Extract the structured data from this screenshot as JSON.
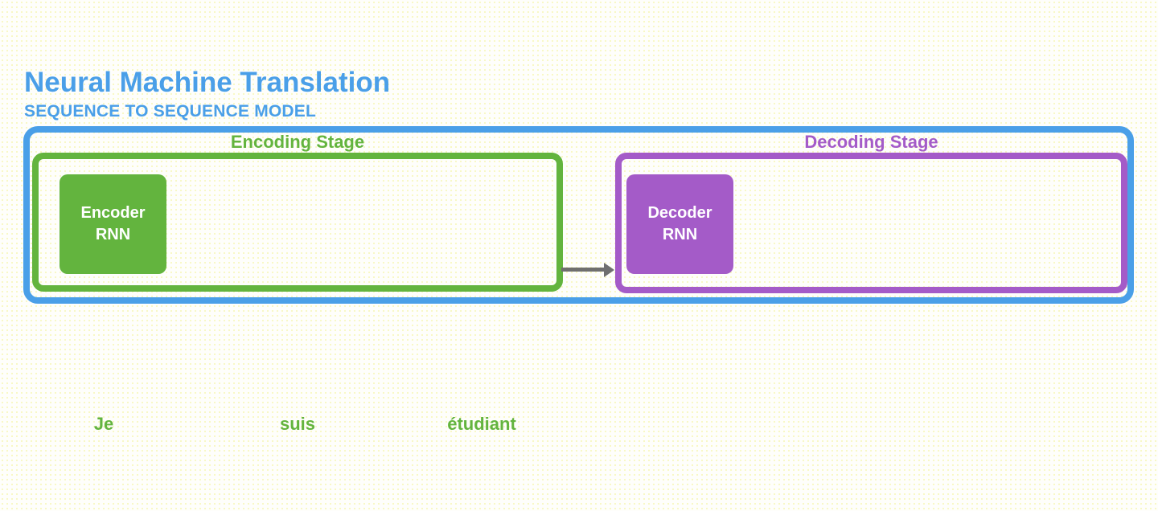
{
  "header": {
    "title": "Neural Machine Translation",
    "subtitle": "SEQUENCE TO SEQUENCE MODEL"
  },
  "stages": {
    "encoding": {
      "label": "Encoding Stage",
      "unit": {
        "line1": "Encoder",
        "line2": "RNN"
      }
    },
    "decoding": {
      "label": "Decoding Stage",
      "unit": {
        "line1": "Decoder",
        "line2": "RNN"
      }
    }
  },
  "connector": {
    "description": "arrow from encoder stage to decoder stage"
  },
  "input_tokens": [
    "Je",
    "suis",
    "étudiant"
  ],
  "colors": {
    "blue": "#4A9FE8",
    "green": "#63B43E",
    "purple": "#A45BC8",
    "arrow_gray": "#6F6F6F",
    "box_text": "#FFFFFF",
    "background": "#FEFEFB"
  }
}
